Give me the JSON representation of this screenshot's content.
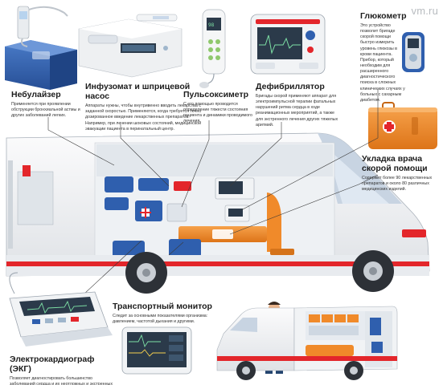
{
  "watermark": "vm.ru",
  "labels": {
    "nebulizer": {
      "title": "Небулайзер",
      "desc": "Применяется при проявлении обструкции бронхиальной астмы и других заболеваний легких."
    },
    "infusomat": {
      "title": "Инфузомат и шприцевой насос",
      "desc": "Аппараты нужны, чтобы внутривенно вводить лекарства с заданной скоростью. Применяются, когда требуется точно дозированное введение лекарственных препаратов. Например, при лечении шоковых состояний, медицинской эвакуации пациента в перинатальный центр."
    },
    "pulse_oximeter": {
      "title": "Пульсоксиметр",
      "desc": "С его помощью проводится определение тяжести состояния пациента и динамики проводимого лечения."
    },
    "defibrillator": {
      "title": "Дефибриллятор",
      "desc": "Бригады скорой применяют аппарат для электроимпульсной терапии фатальных нарушений ритма сердца в ходе реанимационных мероприятий, а также для экстренного лечения других тяжелых аритмий."
    },
    "glucometer": {
      "title": "Глюкометр",
      "desc": "Это устройство позволит бригаде скорой помощи быстро измерить уровень глюкозы в крови пациента. Прибор, который необходим для расширенного диагностического поиска в сложных клинических случаях у больных с сахарным диабетом."
    },
    "kit": {
      "title": "Укладка врача скорой помощи",
      "desc": "Содержит более 90 лекарственных препаратов и около 80 различных медицинских изделий."
    },
    "transport_monitor": {
      "title": "Транспортный монитор",
      "desc": "Следит за основными показателями организма: давлением, частотой дыхания и другими."
    },
    "ecg": {
      "title": "Электрокардиограф (ЭКГ)",
      "desc": "Позволяет диагностировать большинство заболеваний сердца и их неотложных и экстренных проявлений. Есть выход в интернет для передачи данных врачу-кардиологу."
    }
  },
  "colors": {
    "ambulance_red": "#e3262b",
    "device_blue": "#2f5fae",
    "kit_orange": "#f08a2a",
    "screen_dark": "#2b3a4a",
    "van_white": "#f4f5f6"
  },
  "icons": [
    "nebulizer-device",
    "infusion-pump",
    "pulse-oximeter-device",
    "defibrillator-device",
    "glucometer-device",
    "medical-kit",
    "ambulance-van",
    "paramedic",
    "transport-monitor-device",
    "ecg-device"
  ]
}
